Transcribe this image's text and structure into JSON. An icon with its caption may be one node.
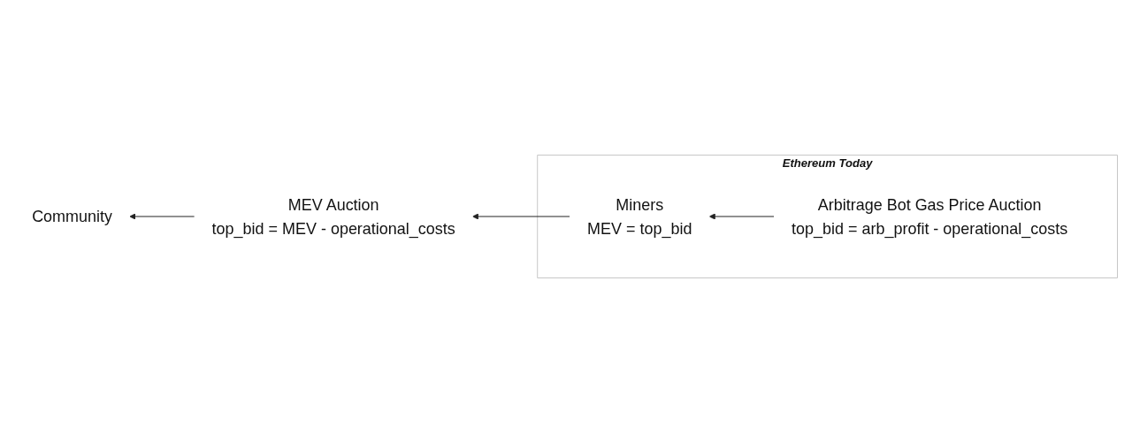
{
  "diagram": {
    "nodes": [
      {
        "text": [
          "Community"
        ]
      },
      {
        "text": [
          "MEV Auction",
          "top_bid = MEV - operational_costs"
        ]
      },
      {
        "text": [
          "Ethereum Today"
        ]
      },
      {
        "text": [
          "Miners",
          "MEV = top_bid"
        ],
        "in": 2
      },
      {
        "text": [
          "Arbitrage Bot Gas Price Auction",
          "top_bid = arb_profit - operational_costs"
        ],
        "in": 2
      }
    ],
    "edges": [
      {
        "from": 4,
        "to": 3,
        "arrow": "to"
      },
      {
        "from": 3,
        "to": 1,
        "arrow": "to"
      },
      {
        "from": 1,
        "to": 0,
        "arrow": "to"
      }
    ]
  }
}
